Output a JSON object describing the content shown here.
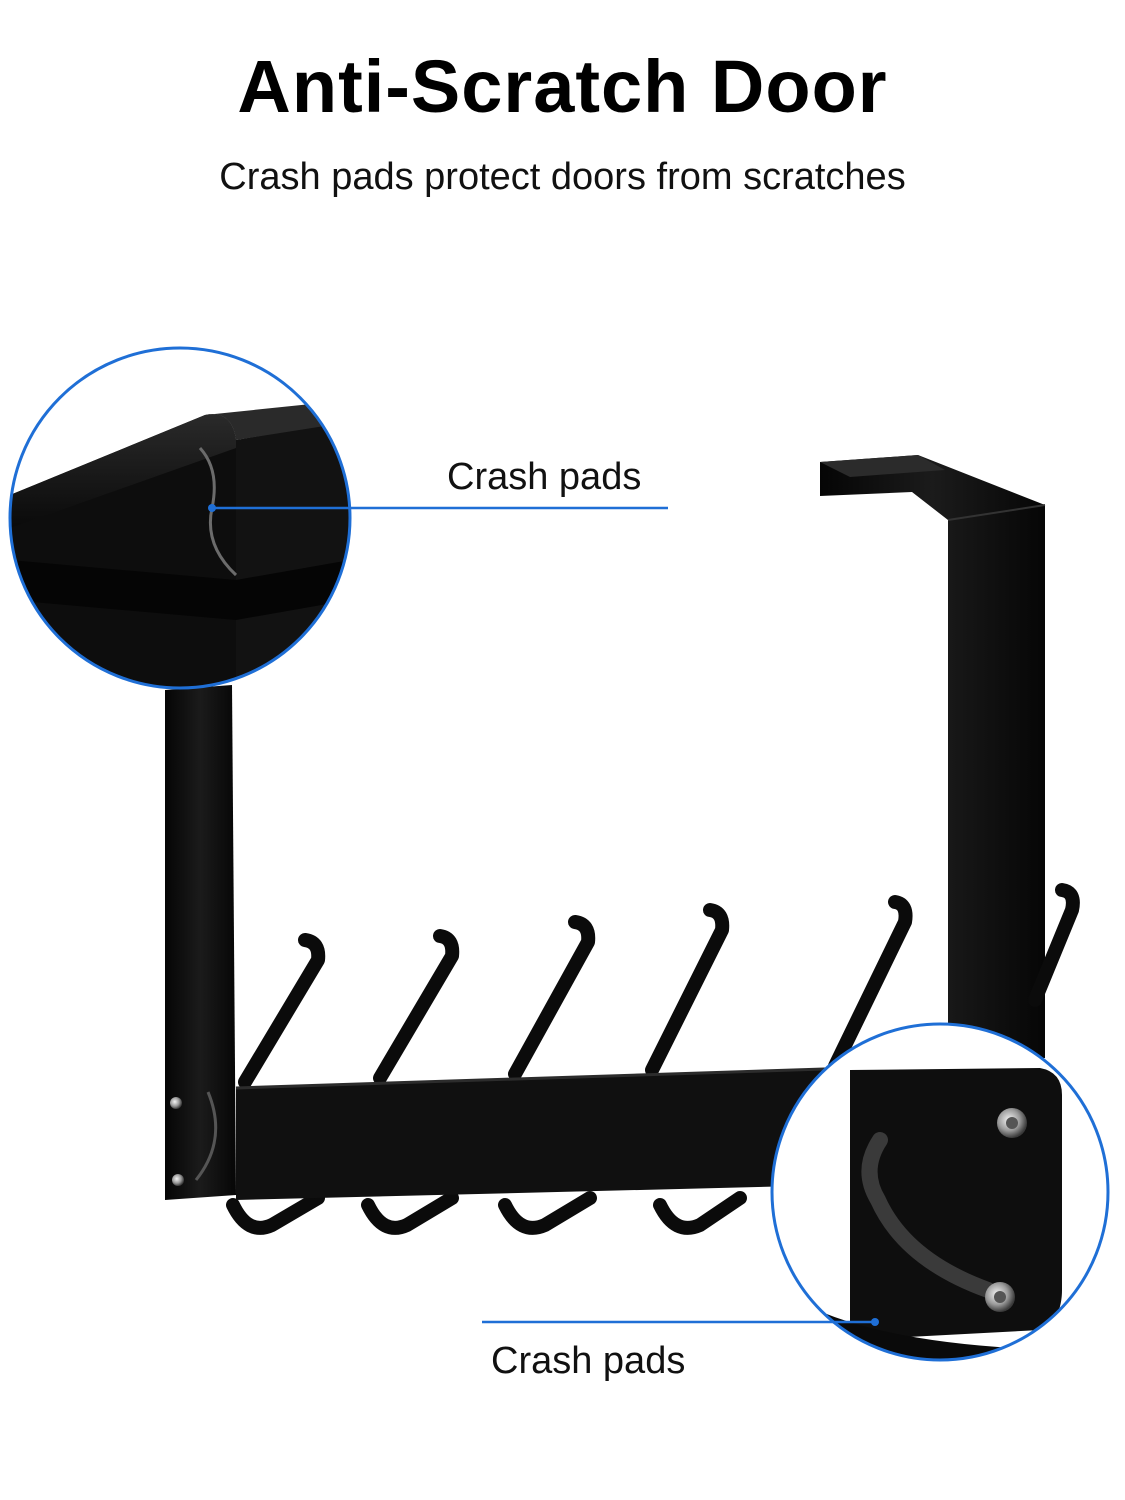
{
  "header": {
    "title": "Anti-Scratch Door",
    "subtitle": "Crash pads protect doors from scratches"
  },
  "callouts": [
    {
      "label": "Crash pads"
    },
    {
      "label": "Crash pads"
    }
  ],
  "colors": {
    "accent": "#1f6fd6",
    "product": "#0c0c0c",
    "background": "#ffffff"
  }
}
